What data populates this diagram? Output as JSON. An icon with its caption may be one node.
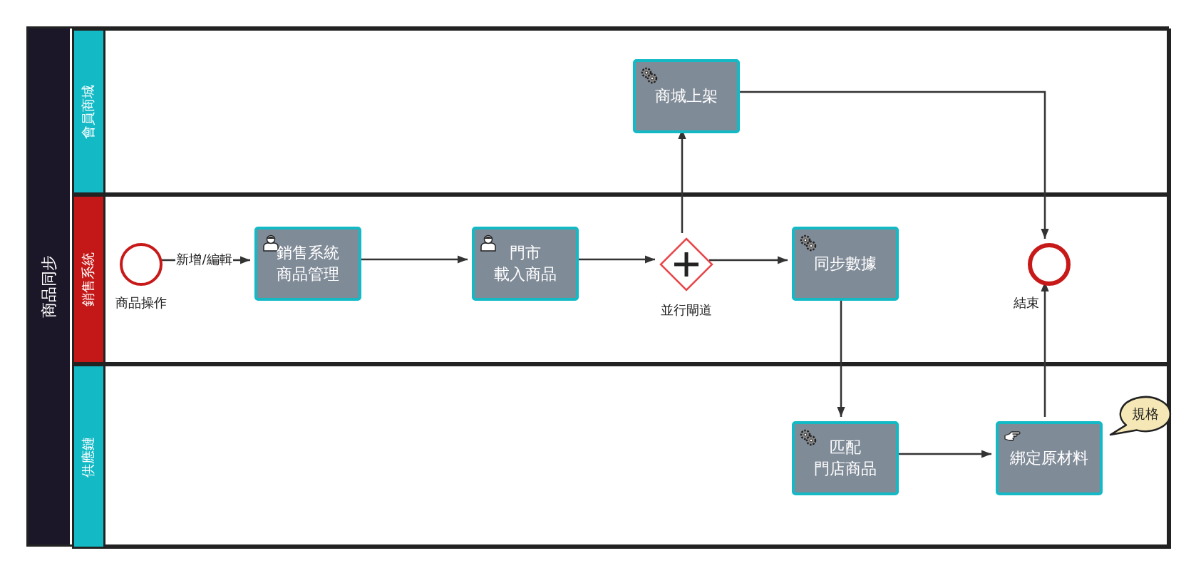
{
  "diagram": {
    "nodes": [
      {
        "text": [
          "商品同步"
        ]
      },
      {
        "text": [
          "會員商城"
        ],
        "in": 0
      },
      {
        "text": [
          "銷售系統"
        ],
        "in": 0
      },
      {
        "text": [
          "供應鏈"
        ],
        "in": 0
      },
      {
        "text": [
          "商城上架"
        ],
        "in": 1
      },
      {
        "text": [],
        "shape": "circle",
        "beside": [
          "商品操作"
        ],
        "in": 2
      },
      {
        "text": [
          "銷售系統商品管理"
        ],
        "in": 2
      },
      {
        "text": [
          "門市載入商品"
        ],
        "in": 2
      },
      {
        "text": [],
        "shape": "diamond",
        "beside": [
          "並行閘道"
        ],
        "in": 2
      },
      {
        "text": [
          "同步數據"
        ],
        "in": 2
      },
      {
        "text": [],
        "shape": "circle",
        "beside": [
          "結束"
        ],
        "in": 2
      },
      {
        "text": [
          "匹配門店商品"
        ],
        "in": 3
      },
      {
        "text": [
          "綁定原材料"
        ],
        "in": 3
      },
      {
        "text": [
          "規格"
        ],
        "in": 3
      }
    ],
    "edges": [
      {
        "from": 5,
        "to": 6,
        "arrow": "to",
        "label": "新增/編輯"
      },
      {
        "from": 6,
        "to": 7,
        "arrow": "to"
      },
      {
        "from": 7,
        "to": 8,
        "arrow": "to"
      },
      {
        "from": 8,
        "to": 9,
        "arrow": "to"
      },
      {
        "from": 8,
        "to": 4,
        "arrow": "to"
      },
      {
        "from": 4,
        "to": 10,
        "arrow": "to"
      },
      {
        "from": 9,
        "to": 11,
        "arrow": "to"
      },
      {
        "from": 11,
        "to": 12,
        "arrow": "to"
      },
      {
        "from": 12,
        "to": 10,
        "arrow": "to"
      }
    ]
  }
}
